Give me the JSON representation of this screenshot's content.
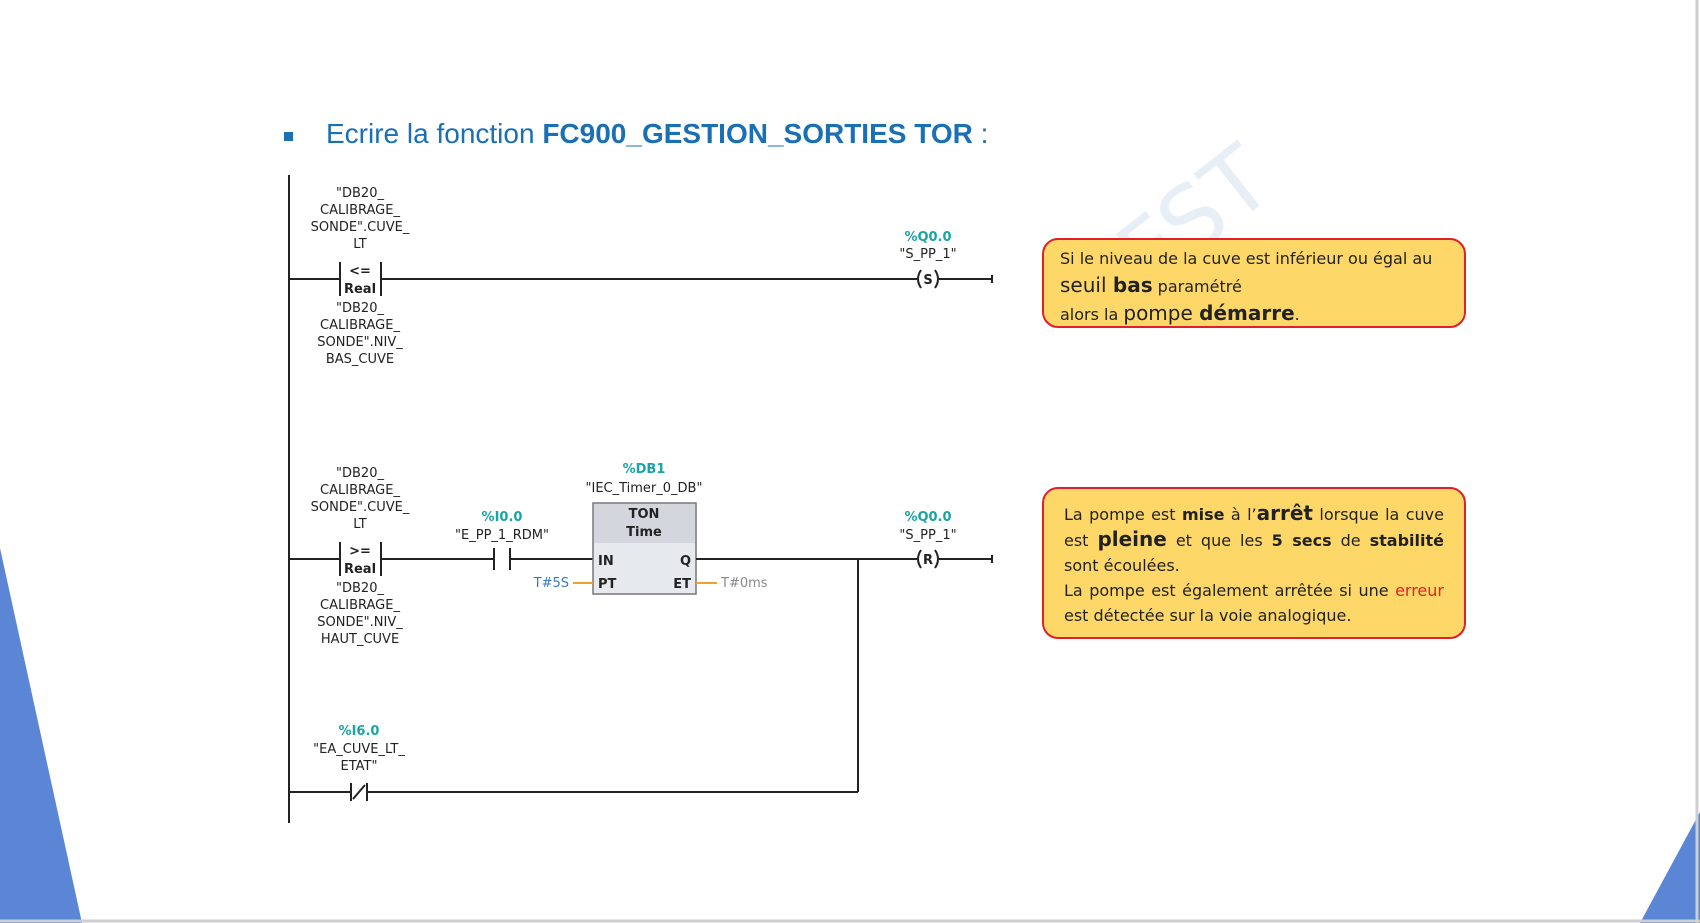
{
  "title": {
    "prefix": "Ecrire la fonction ",
    "name": "FC900_GESTION_SORTIES TOR",
    "suffix": " :"
  },
  "network1": {
    "cmp_in1": [
      "\"DB20_",
      "CALIBRAGE_",
      "SONDE\".CUVE_",
      "LT"
    ],
    "cmp_op": "<=",
    "cmp_type": "Real",
    "cmp_in2": [
      "\"DB20_",
      "CALIBRAGE_",
      "SONDE\".NIV_",
      "BAS_CUVE"
    ],
    "coil_addr": "%Q0.0",
    "coil_name": "\"S_PP_1\"",
    "coil_type": "S"
  },
  "network2": {
    "cmp_in1": [
      "\"DB20_",
      "CALIBRAGE_",
      "SONDE\".CUVE_",
      "LT"
    ],
    "cmp_op": ">=",
    "cmp_type": "Real",
    "cmp_in2": [
      "\"DB20_",
      "CALIBRAGE_",
      "SONDE\".NIV_",
      "HAUT_CUVE"
    ],
    "contact_addr": "%I0.0",
    "contact_name": "\"E_PP_1_RDM\"",
    "timer_addr": "%DB1",
    "timer_name": "\"IEC_Timer_0_DB\"",
    "timer_type": "TON",
    "timer_sub": "Time",
    "pin_in": "IN",
    "pin_pt": "PT",
    "pin_q": "Q",
    "pin_et": "ET",
    "pt_value": "T#5S",
    "et_value": "T#0ms",
    "coil_addr": "%Q0.0",
    "coil_name": "\"S_PP_1\"",
    "coil_type": "R",
    "nc_addr": "%I6.0",
    "nc_name": [
      "\"EA_CUVE_LT_",
      "ETAT\""
    ]
  },
  "notes": {
    "n1": {
      "l1": "Si le niveau de la cuve est inférieur ou égal au",
      "l2a": "seuil ",
      "l2b": "bas",
      "l2c": " paramétré",
      "l3a": "alors la ",
      "l3b": "pompe ",
      "l3c": "démarre",
      "l3d": "."
    },
    "n2": {
      "a": "La pompe est ",
      "b": "mise",
      "c": " à l’",
      "d": "arrêt",
      "e": " lorsque la cuve est ",
      "f": "pleine",
      "g": " et que les ",
      "h": "5 secs",
      "i": " de ",
      "j": "stabilité",
      "k": " sont écoulées.",
      "l": "La pompe est également arrêtée si une ",
      "m": "erreur",
      "n": " est détectée sur la voie analogique."
    }
  },
  "colors": {
    "title": "#1a6fb5",
    "address": "#1aa5a5",
    "note_bg": "#fdd868",
    "note_border": "#e0202a",
    "decor": "#5b86d6"
  }
}
